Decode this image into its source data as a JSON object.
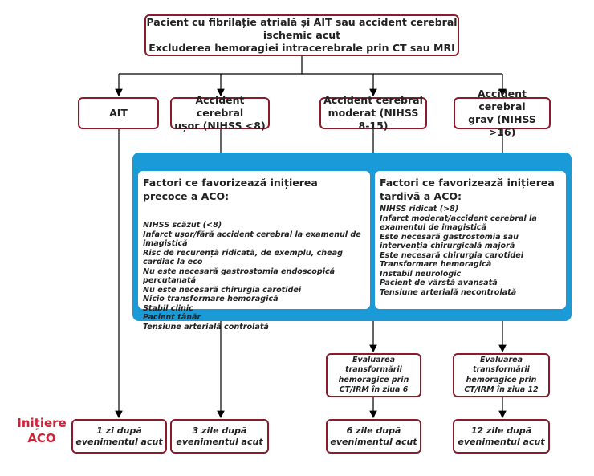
{
  "top": {
    "line1": "Pacient cu fibrilație atrială și AIT sau accident cerebral ischemic acut",
    "line2": "Excluderea hemoragiei intracerebrale prin CT sau MRI"
  },
  "categories": [
    {
      "l1": "AIT",
      "l2": ""
    },
    {
      "l1": "Accident cerebral",
      "l2": "ușor (NIHSS <8)"
    },
    {
      "l1": "Accident cerebral",
      "l2": "moderat (NIHSS 8-15)"
    },
    {
      "l1": "Accident cerebral",
      "l2": "grav (NIHSS >16)"
    }
  ],
  "early": {
    "title": "Factori ce favorizează inițierea precoce a ACO:",
    "items": [
      "NIHSS scăzut (<8)",
      "Infarct ușor/fără accident cerebral la examenul de imagistică",
      "Risc de recurență ridicată, de exemplu, cheag cardiac la eco",
      "Nu este necesară gastrostomia endoscopică percutanată",
      "Nu este necesară chirurgia carotidei",
      "Nicio transformare hemoragică",
      "Stabil clinic",
      "Pacient tânăr",
      "Tensiune arterială controlată"
    ]
  },
  "late": {
    "title": "Factori ce favorizează inițierea tardivă a ACO:",
    "items": [
      "NIHSS ridicat (>8)",
      "Infarct moderat/accident cerebral la examentul de imagistică",
      "Este necesară gastrostomia sau intervenția chirurgicală majoră",
      "Este necesară chirurgia carotidei",
      "Transformare hemoragică",
      "Instabil neurologic",
      "Pacient de vârstă avansată",
      "Tensiune arterială necontrolată"
    ]
  },
  "evaluations": [
    {
      "l1": "Evaluarea transformării",
      "l2": "hemoragice prin",
      "l3": "CT/IRM în ziua 6"
    },
    {
      "l1": "Evaluarea transformării",
      "l2": "hemoragice prin",
      "l3": "CT/IRM în ziua 12"
    }
  ],
  "initiation": {
    "l1": "Inițiere",
    "l2": "ACO",
    "color": "#d0213a"
  },
  "outcomes": [
    {
      "l1": "1 zi după",
      "l2": "evenimentul acut"
    },
    {
      "l1": "3 zile după",
      "l2": "evenimentul acut"
    },
    {
      "l1": "6 zile după",
      "l2": "evenimentul acut"
    },
    {
      "l1": "12 zile după",
      "l2": "evenimentul acut"
    }
  ],
  "colors": {
    "border": "#8b1a2b",
    "panel": "#1a9ad6"
  }
}
